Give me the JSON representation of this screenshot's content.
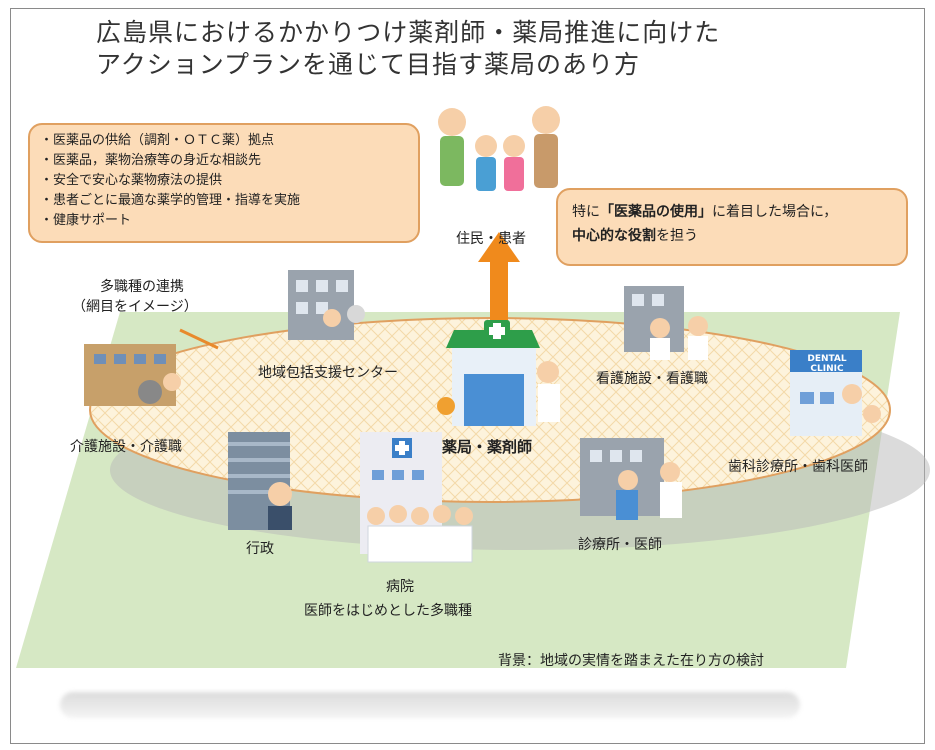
{
  "title": {
    "line1": "広島県におけるかかりつけ薬剤師・薬局推進に向けた",
    "line2": "アクションプランを通じて目指す薬局のあり方"
  },
  "left_bubble": {
    "items": [
      "・医薬品の供給（調剤・ＯＴＣ薬）拠点",
      "・医薬品，薬物治療等の身近な相談先",
      "・安全で安心な薬物療法の提供",
      "・患者ごとに最適な薬学的管理・指導を実施",
      "・健康サポート"
    ]
  },
  "right_bubble": {
    "line1_prefix": "特に",
    "line1_bold": "「医薬品の使用」",
    "line1_suffix": "に着目した場合に，",
    "line2_bold": "中心的な役割",
    "line2_suffix": "を担う"
  },
  "labels": {
    "residents": "住民・患者",
    "multi_title": "多職種の連携",
    "multi_sub": "（網目をイメージ）",
    "community_center": "地域包括支援センター",
    "nursing_facility": "看護施設・看護職",
    "care_facility": "介護施設・介護職",
    "pharmacy": "薬局・薬剤師",
    "dental": "歯科診療所・歯科医師",
    "government": "行政",
    "clinic": "診療所・医師",
    "hospital": "病院",
    "hospital_sub": "医師をはじめとした多職種",
    "background_note": "背景：地域の実情を踏まえた在り方の検討",
    "dental_sign": "DENTAL CLINIC"
  },
  "colors": {
    "plane": "#d6e8c4",
    "ellipse": "#fdf3dc",
    "ellipse_border": "#e0a060",
    "bubble": "#fcdcb8",
    "arrow": "#f08a1c",
    "pharmacy_roof": "#2e9e4a"
  }
}
